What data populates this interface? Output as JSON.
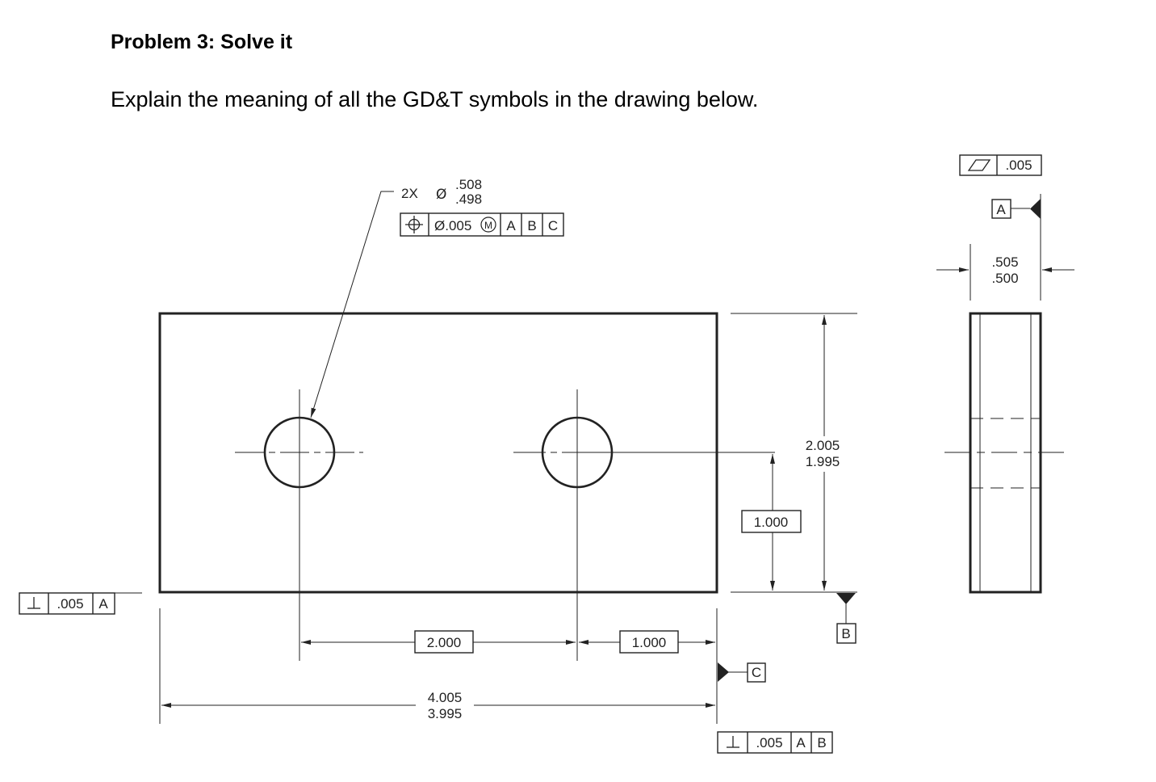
{
  "problem": {
    "heading": "Problem 3:  Solve it",
    "instruction": "Explain the meaning of all the GD&T symbols in the drawing below."
  },
  "hole_callout": {
    "count": "2X",
    "diameter_symbol": "Ø",
    "size_upper": ".508",
    "size_lower": ".498",
    "position_symbol": "⌖",
    "tolerance": "Ø.005",
    "modifier": "M",
    "datums": [
      "A",
      "B",
      "C"
    ]
  },
  "flatness_fcf": {
    "symbol": "flatness-icon",
    "tolerance": ".005"
  },
  "datum_labels": {
    "a": "A",
    "b": "B",
    "c": "C"
  },
  "thickness_dim": {
    "upper": ".505",
    "lower": ".500"
  },
  "height_dim": {
    "upper": "2.005",
    "lower": "1.995"
  },
  "hole_height_dim": "1.000",
  "hole_spacing_dim": "2.000",
  "edge_to_hole_dim": "1.000",
  "width_dim": {
    "upper": "4.005",
    "lower": "3.995"
  },
  "perp_left_fcf": {
    "symbol": "⊥",
    "tolerance": ".005",
    "datums": [
      "A"
    ]
  },
  "perp_bottom_fcf": {
    "symbol": "⊥",
    "tolerance": ".005",
    "datums": [
      "A",
      "B"
    ]
  }
}
